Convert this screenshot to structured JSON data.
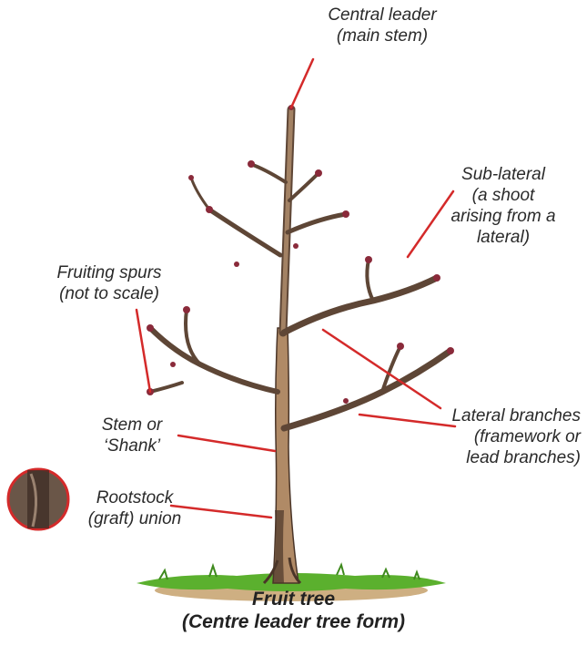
{
  "labels": {
    "central_leader": [
      "Central leader",
      "(main stem)"
    ],
    "sub_lateral": [
      "Sub-lateral",
      "(a shoot",
      "arising from a",
      "lateral)"
    ],
    "fruiting_spurs": [
      "Fruiting spurs",
      "(not to scale)"
    ],
    "lateral_branches": [
      "Lateral branches",
      "(framework or",
      "lead branches)"
    ],
    "stem": [
      "Stem or",
      "‘Shank’"
    ],
    "rootstock": [
      "Rootstock",
      "(graft) union"
    ]
  },
  "caption": [
    "Fruit tree",
    "(Centre leader tree form)"
  ],
  "colors": {
    "pointer": "#d42a2a",
    "bark": "#8a6a50",
    "bark_light": "#c8a076",
    "bark_dark": "#4a3528",
    "bud": "#8a2a3a",
    "grass": "#5bb02e",
    "soil": "#b8905a",
    "text": "#2a2a2a"
  }
}
